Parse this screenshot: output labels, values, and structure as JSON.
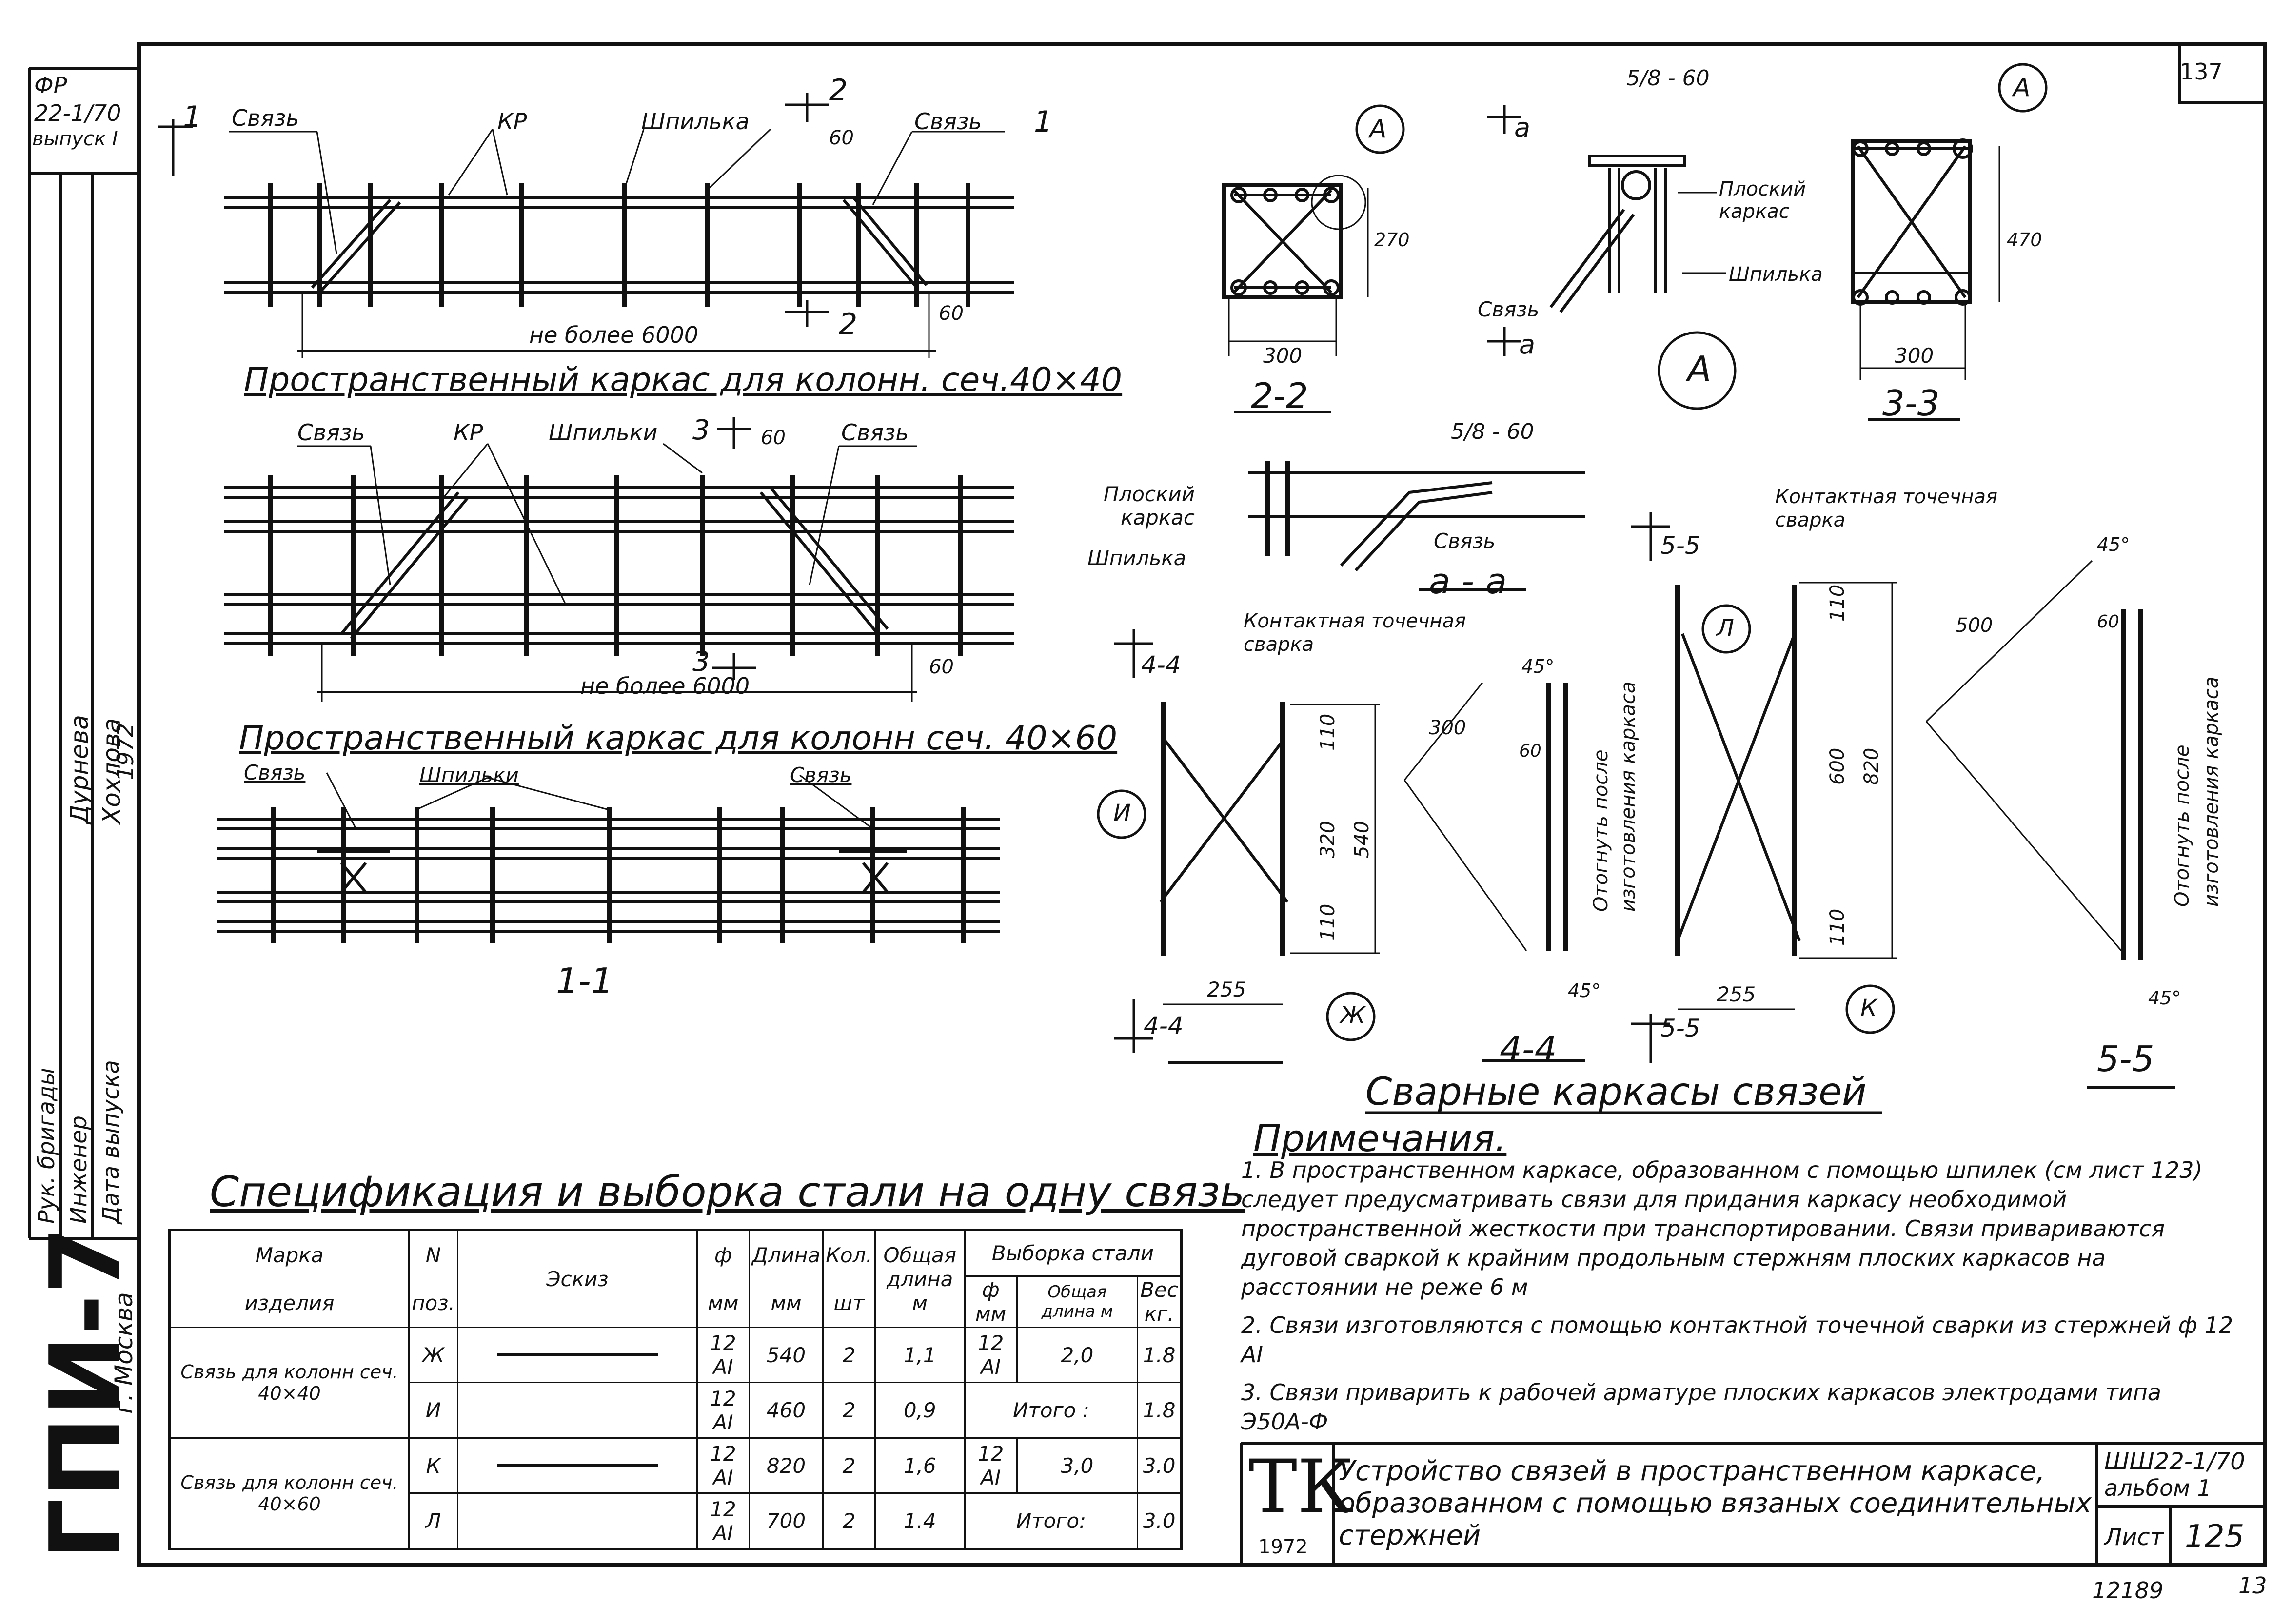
{
  "sheet": {
    "corner_number": "137",
    "sheet_label": "Лист",
    "sheet_number": "125",
    "archive_number": "12189",
    "bottom_corner": "13"
  },
  "left_strip": {
    "top_lines": [
      "ФР",
      "22-1/70",
      "выпуск I"
    ],
    "org": "ГПИ-7",
    "city": "г. Москва",
    "roles": [
      "Рук. бригады",
      "Инженер",
      "Дата выпуска"
    ],
    "names": [
      "Дурнева",
      "Хохлова",
      "1972"
    ]
  },
  "drawing1": {
    "title": "Пространственный каркас для колонн. сеч.40×40",
    "labels": {
      "svyaz_left": "Связь",
      "kr": "КР",
      "shpilka": "Шпилька",
      "svyaz_right": "Связь",
      "dim_60_top": "60",
      "dim_60_bottom": "60",
      "length": "не более 6000",
      "sec1": "1",
      "sec2": "2"
    }
  },
  "drawing2": {
    "title": "Пространственный каркас для колонн сеч. 40×60",
    "labels": {
      "svyaz_left": "Связь",
      "kr": "КР",
      "shpilki": "Шпильки",
      "svyaz_right": "Связь",
      "dim_60_top": "60",
      "dim_60_bottom": "60",
      "length": "не более 6000",
      "sec3": "3"
    }
  },
  "drawing3": {
    "title": "1-1",
    "labels": {
      "svyaz_left": "Связь",
      "shpilki": "Шпильки",
      "svyaz_right": "Связь"
    }
  },
  "section22": {
    "title": "2-2",
    "dim_h": "270",
    "dim_w": "300",
    "callout": "А"
  },
  "section33": {
    "title": "3-3",
    "dim_h": "470",
    "dim_w": "300",
    "callout": "А"
  },
  "detailA": {
    "callout": "А",
    "weld": "5/8 - 60",
    "flat_frame": "Плоский каркас",
    "pin": "Шпилька",
    "link": "Связь",
    "cut": "а"
  },
  "sectionAA": {
    "title": "а - а",
    "weld": "5/8 - 60",
    "flat_frame": "Плоский каркас",
    "pin": "Шпилька",
    "link": "Связь"
  },
  "welded_title": "Сварные каркасы связей",
  "section44": {
    "title": "4-4",
    "contact": "Контактная точечная сварка",
    "callout_i": "И",
    "callout_zh": "Ж",
    "dims": [
      "110",
      "320",
      "540",
      "110",
      "255",
      "300",
      "60",
      "45°",
      "45°"
    ],
    "bend_note": "Отогнуть после изготовления каркаса"
  },
  "section55": {
    "title": "5-5",
    "contact": "Контактная точечная сварка",
    "callout_l": "Л",
    "callout_k": "К",
    "dims": [
      "110",
      "600",
      "820",
      "110",
      "255",
      "500",
      "60",
      "45°",
      "45°"
    ],
    "bend_note": "Отогнуть после изготовления каркаса"
  },
  "notes": {
    "title": "Примечания.",
    "items": [
      "1. В пространственном каркасе, образованном с помощью шпилек (см лист 123) следует предусматривать связи для придания каркасу необходимой пространственной жесткости при транспортировании. Связи привариваются дуговой сваркой к крайним продольным стержням плоских каркасов на расстоянии не реже 6 м",
      "2. Связи изготовляются с помощью контактной точечной сварки из стержней ф 12 АI",
      "3. Связи приварить к рабочей арматуре плоских каркасов электродами типа Э50А-Ф"
    ]
  },
  "spec": {
    "title": "Спецификация и выборка стали на одну связь",
    "headers": {
      "marka": "Марка",
      "izdeliya": "изделия",
      "n": "N",
      "poz": "поз.",
      "eskiz": "Эскиз",
      "phi": "ф",
      "mm": "мм",
      "dlina": "Длина",
      "mm2": "мм",
      "kol": "Кол.",
      "sht": "шт",
      "obshaya": "Общая",
      "dlina_m": "длина м",
      "vyborka": "Выборка стали",
      "v_phi": "ф",
      "v_mm": "мм",
      "v_obshaya": "Общая длина м",
      "ves": "Вес",
      "kg": "кг."
    },
    "groups": [
      {
        "name": "Связь для колонн сеч. 40×40",
        "rows": [
          {
            "poz": "Ж",
            "phi": "12 АI",
            "len": "540",
            "qty": "2",
            "total": "1,1",
            "v_phi": "12 АI",
            "v_len": "2,0",
            "v_wt": "1.8"
          },
          {
            "poz": "И",
            "phi": "12 АI",
            "len": "460",
            "qty": "2",
            "total": "0,9",
            "v_phi": "Итого :",
            "v_len": "",
            "v_wt": "1.8"
          }
        ]
      },
      {
        "name": "Связь для колонн сеч. 40×60",
        "rows": [
          {
            "poz": "К",
            "phi": "12 АI",
            "len": "820",
            "qty": "2",
            "total": "1,6",
            "v_phi": "12 АI",
            "v_len": "3,0",
            "v_wt": "3.0"
          },
          {
            "poz": "Л",
            "phi": "12 АI",
            "len": "700",
            "qty": "2",
            "total": "1.4",
            "v_phi": "Итого:",
            "v_len": "",
            "v_wt": "3.0"
          }
        ]
      }
    ]
  },
  "stamp": {
    "logo": "ТК",
    "year": "1972",
    "title": "Устройство связей в пространственном каркасе, образованном с помощью вязаных соединительных стержней",
    "code": "ШШ22-1/70",
    "album": "альбом 1"
  }
}
